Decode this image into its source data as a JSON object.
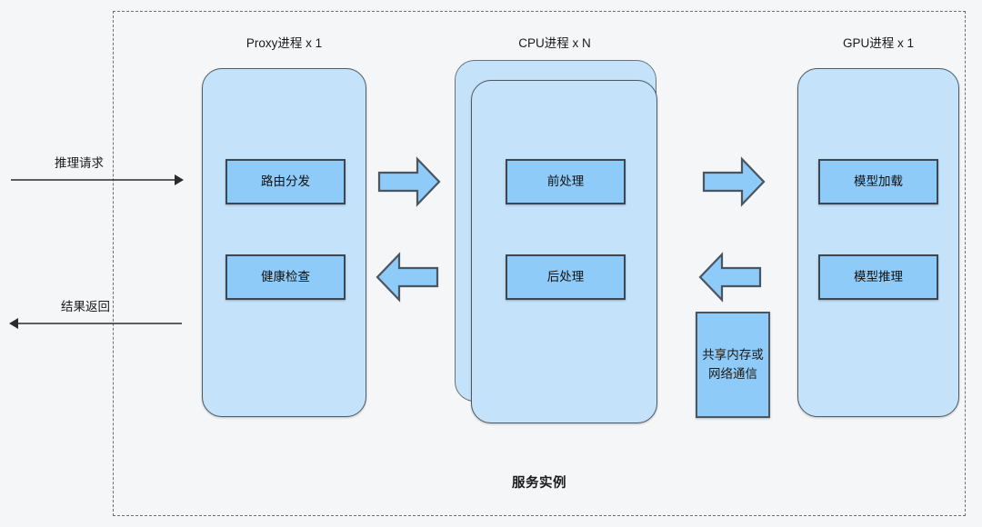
{
  "diagram": {
    "boundary_label": "服务实例",
    "colors": {
      "canvas_bg": "#f4f6f8",
      "container_fill": "#c5e2fb",
      "container_stroke": "#4f5a63",
      "task_fill": "#8ecbf8",
      "task_stroke": "#3c4754",
      "arrow_fill": "#8ecbf8",
      "arrow_stroke": "#4a5560",
      "boundary_stroke": "#6b7076",
      "line_stroke": "#2b2b2b"
    },
    "columns": [
      {
        "caption": "Proxy进程 x 1"
      },
      {
        "caption": "CPU进程 x N"
      },
      {
        "caption": "GPU进程 x 1"
      }
    ],
    "proxy": {
      "caption": "Proxy进程 x 1",
      "tasks": [
        {
          "label": "路由分发"
        },
        {
          "label": "健康检查"
        }
      ]
    },
    "cpu": {
      "caption": "CPU进程 x N",
      "stacked": true,
      "tasks": [
        {
          "label": "前处理"
        },
        {
          "label": "后处理"
        }
      ]
    },
    "gpu": {
      "caption": "GPU进程 x 1",
      "tasks": [
        {
          "label": "模型加载"
        },
        {
          "label": "模型推理"
        }
      ]
    },
    "ipc": {
      "line1": "共享内存或",
      "line2": "网络通信"
    },
    "external_flows": [
      {
        "label": "推理请求",
        "direction": "right"
      },
      {
        "label": "结果返回",
        "direction": "left"
      }
    ],
    "internal_arrows": [
      {
        "name": "proxy-to-cpu",
        "direction": "right"
      },
      {
        "name": "cpu-to-proxy",
        "direction": "left"
      },
      {
        "name": "cpu-to-gpu",
        "direction": "right"
      },
      {
        "name": "gpu-to-cpu",
        "direction": "left"
      }
    ]
  }
}
